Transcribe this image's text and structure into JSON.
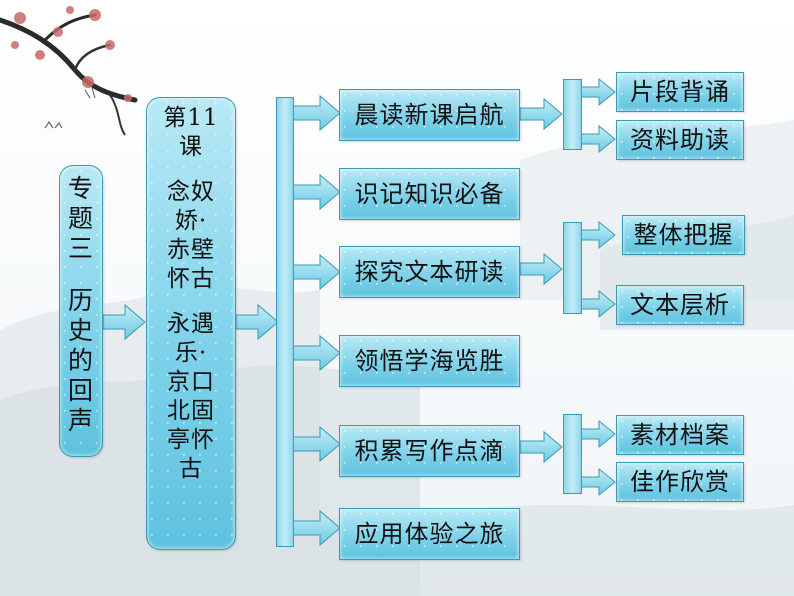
{
  "topic": [
    "专",
    "题",
    "三",
    "",
    "历",
    "史",
    "的",
    "回",
    "声"
  ],
  "lesson": {
    "heading": [
      "第11",
      "课"
    ],
    "poem1": [
      "念奴",
      "娇·",
      "赤壁",
      "怀古"
    ],
    "poem2": [
      "永遇",
      "乐·",
      "京口",
      "北固",
      "亭怀",
      "古"
    ]
  },
  "sections": [
    {
      "label": "晨读新课启航",
      "children": [
        "片段背诵",
        "资料助读"
      ]
    },
    {
      "label": "识记知识必备",
      "children": []
    },
    {
      "label": "探究文本研读",
      "children": [
        "整体把握",
        "文本层析"
      ]
    },
    {
      "label": "领悟学海览胜",
      "children": []
    },
    {
      "label": "积累写作点滴",
      "children": [
        "素材档案",
        "佳作欣赏"
      ]
    },
    {
      "label": "应用体验之旅",
      "children": []
    }
  ],
  "colors": {
    "box_fill": "#7fd2ea",
    "box_border": "#3a9ab4",
    "text": "#111111"
  }
}
